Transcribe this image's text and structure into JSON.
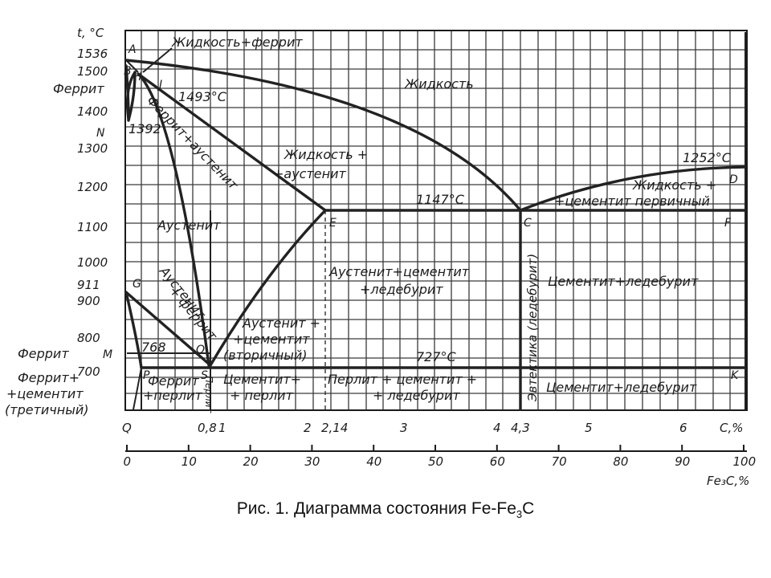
{
  "caption": {
    "prefix": "Рис. 1. Диаграмма состояния Fe-Fe",
    "sub": "3",
    "suffix": "C"
  },
  "axes": {
    "y_title": "t, °C",
    "x_title": "C,%",
    "x2_title": "Fe₃C,%",
    "y_ticks": [
      "1536",
      "1500",
      "1400",
      "1300",
      "1200",
      "1100",
      "1000",
      "911",
      "900",
      "800",
      "700"
    ],
    "x_ticks": [
      "Q",
      "0,8",
      "1",
      "2",
      "2,14",
      "3",
      "4",
      "4,3",
      "5",
      "6"
    ],
    "x2_ticks": [
      "0",
      "10",
      "20",
      "30",
      "40",
      "50",
      "60",
      "70",
      "80",
      "90",
      "100"
    ]
  },
  "points": {
    "A": "A",
    "H": "H",
    "J": "J",
    "B": "B",
    "N": "N",
    "E": "E",
    "C": "C",
    "F": "F",
    "D": "D",
    "G": "G",
    "P": "P",
    "S": "S",
    "O": "O",
    "M": "M",
    "K": "K",
    "Q": "Q"
  },
  "temps": {
    "peritectic": "1493°C",
    "t1392": "1392",
    "eutectic": "1147°C",
    "t1252": "1252°C",
    "eutectoid": "727°C",
    "t768": "768"
  },
  "regions": {
    "liquid_ferrite": "Жидкость+феррит",
    "liquid": "Жидкость",
    "ferrite": "Феррит",
    "ferrite_austenite": "Феррит+аустенит",
    "liquid_austenite_1": "Жидкость +",
    "liquid_austenite_2": "+аустенит",
    "liquid_cementite_1": "Жидкость +",
    "liquid_cementite_2": "+цементит первичный",
    "austenite": "Аустенит",
    "aus_cem_led_1": "Аустенит+цементит",
    "aus_cem_led_2": "+ледебурит",
    "cem_led_upper": "Цементит+ледебурит",
    "aus_ferrite_1": "Аустенит",
    "aus_ferrite_2": "+ феррит",
    "aus_cem_sec_1": "Аустенит +",
    "aus_cem_sec_2": "+цементит",
    "aus_cem_sec_3": "(вторичный)",
    "ferrite_left": "Феррит",
    "ferrite_pearlite_1": "Феррит",
    "ferrite_pearlite_2": "+перлит",
    "pearlite": "Перлит",
    "cem_pearlite_1": "Цементит+",
    "cem_pearlite_2": "+ перлит",
    "pear_cem_led_1": "Перлит + цементит +",
    "pear_cem_led_2": "+ ледебурит",
    "eutectic_ledeburite": "Эвтектика (ледебурит)",
    "cem_led_lower": "Цементит+ледебурит",
    "ferrite_tert_1": "Феррит+",
    "ferrite_tert_2": "+цементит",
    "ferrite_tert_3": "(третичный)"
  }
}
